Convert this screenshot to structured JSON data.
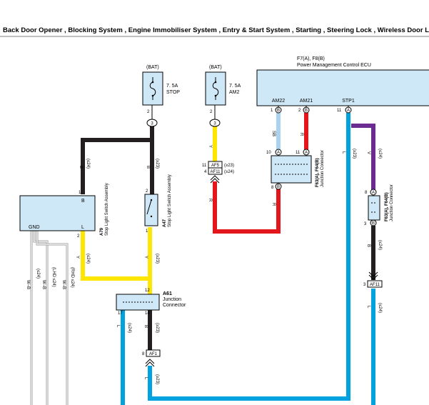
{
  "header": {
    "title": "Back Door Opener , Blocking System , Engine Immobiliser System , Entry & Start System , Starting , Steering Lock , Wireless Door Lock Contr"
  },
  "components": {
    "fuse_stop": {
      "source": "(BAT)",
      "rating": "7. 5A",
      "name": "STOP",
      "pin": "2",
      "node": "3"
    },
    "fuse_am2": {
      "source": "(BAT)",
      "rating": "7. 5A",
      "name": "AM2",
      "pin": "2",
      "node": "3"
    },
    "ecu": {
      "ref": "F7(A), F8(B)",
      "name": "Power Management Control ECU",
      "pins": [
        {
          "name": "AM22",
          "num": "1",
          "conn": "B"
        },
        {
          "name": "AM21",
          "num": "2",
          "conn": "B"
        },
        {
          "name": "STP1",
          "num": "11",
          "conn": "A"
        }
      ]
    },
    "stop_light_switch_a79": {
      "ref": "A79",
      "name": "Stop Light Switch Assembly",
      "pin_b": "B",
      "pin_l": "L",
      "pin_gnd": "GND",
      "num_b": "1",
      "num_l": "2"
    },
    "stop_light_switch_a47": {
      "ref": "A47",
      "name": "Stop Light Switch Assembly",
      "num_top": "2",
      "num_bottom": "1"
    },
    "junction_a61": {
      "ref": "A61",
      "name": "Junction Connector",
      "pins": [
        "12",
        "17",
        "14"
      ]
    },
    "junction_f63": {
      "ref": "F63(A), F64(B)",
      "name": "Junction Connector",
      "pins_top": [
        "10",
        "11"
      ],
      "conn_top": [
        "A",
        "A"
      ],
      "pin_bottom": "8",
      "conn_bottom": "B"
    },
    "junction_f63_right": {
      "ref": "F63(A), F64(B)",
      "name": "Junction Connector",
      "pin_top": "8",
      "conn_top": "A",
      "pin_bottom": "3",
      "conn_bottom": "B"
    },
    "connector_af5_af1": {
      "pin1": "11",
      "name1": "AF5",
      "note1": "(≥23)",
      "pin2": "4",
      "name2": "AF11",
      "note2": "(≥24)"
    },
    "connector_af1_left": {
      "pin": "8",
      "name": "AF1"
    },
    "connector_af11_right": {
      "pin": "3",
      "name": "AF11"
    }
  },
  "wire_labels": {
    "b": "B",
    "y": "Y",
    "r": "R",
    "l": "L",
    "v": "V",
    "sb": "SB",
    "wb": "W–B",
    "lt24": "(≤24)",
    "gt23": "(≥23)",
    "gt24": "(≥24)",
    "lt23": "(≤23)",
    "lhd24": "(LHD ≤24)",
    "rhd24": "(RHD ≤24)"
  },
  "wire_colors": {
    "black": "#231f20",
    "yellow": "#ffe600",
    "red": "#e3161b",
    "sky_blue": "#a9d3ee",
    "blue": "#00a3e0",
    "violet": "#6a2c91",
    "white_black": "#bdbdbd",
    "component_fill": "#cfe8f7"
  }
}
